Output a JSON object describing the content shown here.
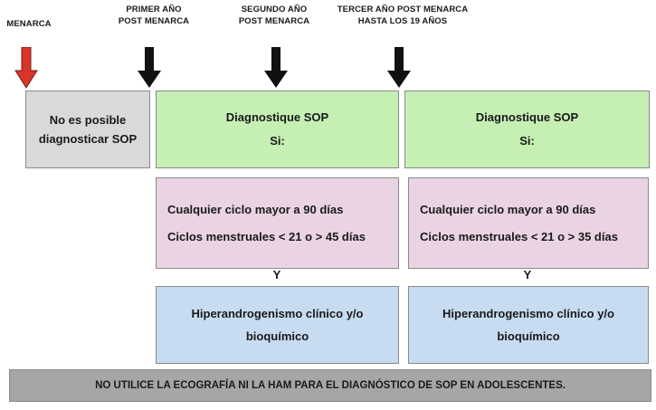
{
  "timeline": {
    "menarca": "MENARCA",
    "primer_ano": [
      "PRIMER AÑO",
      "POST MENARCA"
    ],
    "segundo_ano": [
      "SEGUNDO AÑO",
      "POST MENARCA"
    ],
    "tercer_ano": [
      "TERCER AÑO POST MENARCA",
      "HASTA LOS 19 AÑOS"
    ]
  },
  "boxes": {
    "no_posible": [
      "No es posible",
      "diagnosticar SOP"
    ],
    "diagnostique_1": [
      "Diagnostique SOP",
      "Si:"
    ],
    "diagnostique_2": [
      "Diagnostique SOP",
      "Si:"
    ],
    "criterios_1": [
      "Cualquier ciclo mayor a 90 días",
      "Ciclos menstruales < 21 o > 45 días"
    ],
    "criterios_2": [
      "Cualquier ciclo mayor a 90 días",
      "Ciclos menstruales < 21 o > 35 días"
    ],
    "connector": "Y",
    "hiperandrogenismo_1": [
      "Hiperandrogenismo clínico y/o",
      "bioquímico"
    ],
    "hiperandrogenismo_2": [
      "Hiperandrogenismo clínico y/o",
      "bioquímico"
    ]
  },
  "banner": "NO UTILICE LA ECOGRAFÍA NI LA HAM PARA EL DIAGNÓSTICO DE SOP EN ADOLESCENTES.",
  "colors": {
    "menarca_arrow": "#d9342b",
    "timeline_arrow": "#111111",
    "gray_box": "#d9d9d9",
    "green_box": "#c6efb4",
    "pink_box": "#ead3e4",
    "blue_box": "#c7dcf1",
    "banner": "#a6a6a6"
  }
}
